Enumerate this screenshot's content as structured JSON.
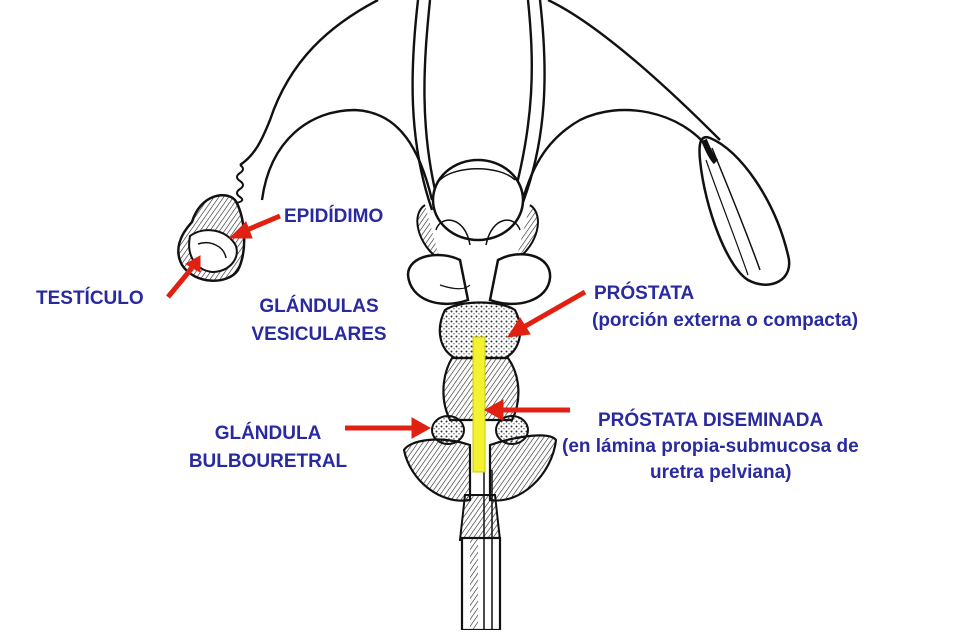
{
  "colors": {
    "label": "#2a2aa0",
    "arrow": "#e02010",
    "urethra": "#f2f230",
    "ink": "#111111"
  },
  "labels": {
    "epididimo": "EPIDÍDIMO",
    "testiculo": "TESTÍCULO",
    "glandulas_vesiculares_1": "GLÁNDULAS",
    "glandulas_vesiculares_2": "VESICULARES",
    "prostata_1": "PRÓSTATA",
    "prostata_2": "(porción  externa o compacta)",
    "glandula_bulbouretral_1": "GLÁNDULA",
    "glandula_bulbouretral_2": "BULBOURETRAL",
    "prostata_diseminada_1": "PRÓSTATA DISEMINADA",
    "prostata_diseminada_2": "(en lámina propia-submucosa de",
    "prostata_diseminada_3": "uretra pelviana)"
  }
}
